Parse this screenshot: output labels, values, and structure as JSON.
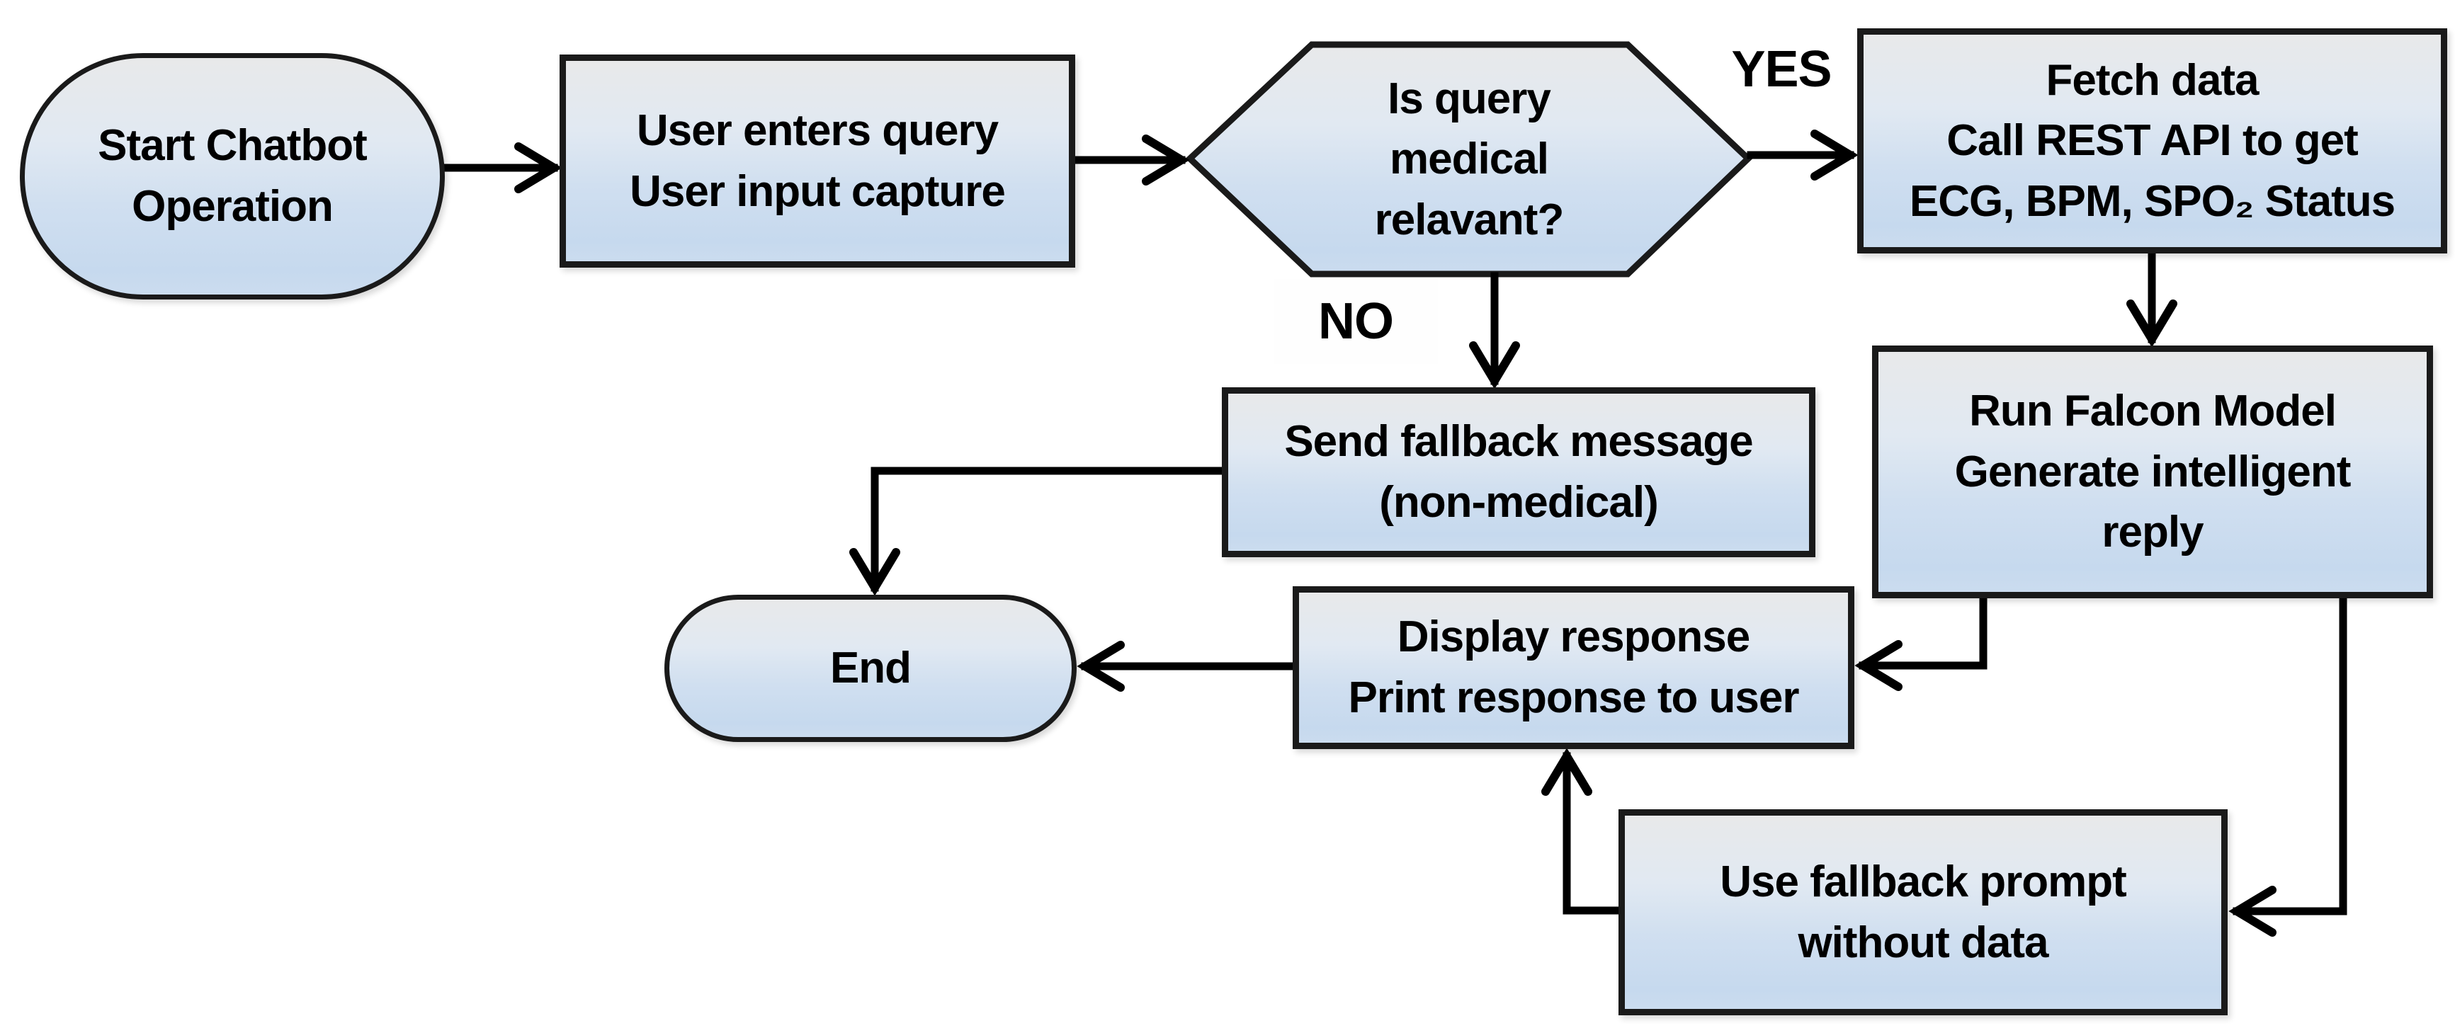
{
  "diagram": {
    "background": "#ffffff",
    "node_fill_top": "#e8e9ea",
    "node_fill_bottom": "#c6d9ee",
    "border_color": "#1a1a1a",
    "arrow_color": "#000000",
    "text_color": "#000000"
  },
  "nodes": {
    "start": {
      "shape": "stadium",
      "lines": [
        "Start Chatbot",
        "Operation"
      ]
    },
    "user_input": {
      "shape": "rect",
      "lines": [
        "User enters query",
        "User input capture"
      ]
    },
    "decision": {
      "shape": "hexagon",
      "lines": [
        "Is query",
        "medical",
        "relavant?"
      ]
    },
    "fetch_data": {
      "shape": "rect",
      "lines": [
        "Fetch data",
        "Call REST API to get",
        "ECG, BPM, SPO₂ Status"
      ]
    },
    "send_fallback": {
      "shape": "rect",
      "lines": [
        "Send fallback message",
        "(non-medical)"
      ]
    },
    "run_falcon": {
      "shape": "rect",
      "lines": [
        "Run Falcon Model",
        "Generate intelligent",
        "reply"
      ]
    },
    "display_response": {
      "shape": "rect",
      "lines": [
        "Display response",
        "Print response to user"
      ]
    },
    "use_fallback": {
      "shape": "rect",
      "lines": [
        "Use fallback prompt",
        "without data"
      ]
    },
    "end": {
      "shape": "stadium",
      "lines": [
        "End"
      ]
    }
  },
  "edge_labels": {
    "yes": "YES",
    "no": "NO"
  }
}
